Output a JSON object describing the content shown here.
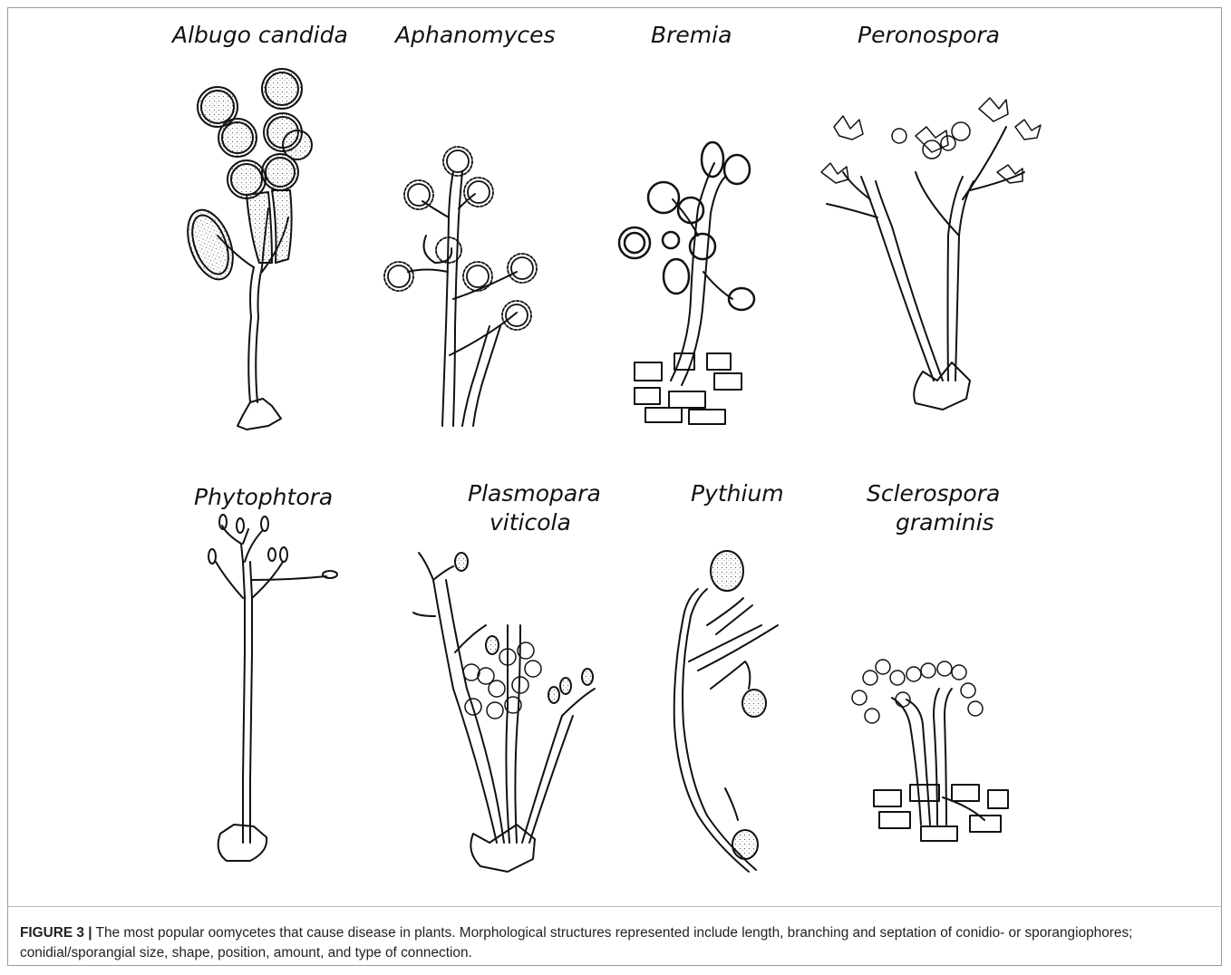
{
  "panels": [
    {
      "label": "Albugo candida"
    },
    {
      "label": "Aphanomyces"
    },
    {
      "label": "Bremia"
    },
    {
      "label": "Peronospora"
    },
    {
      "label": "Phytophtora"
    },
    {
      "label": "Plasmopara viticola",
      "line1": "Plasmopara",
      "line2": "viticola"
    },
    {
      "label": "Pythium"
    },
    {
      "label": "Sclerospora graminis",
      "line1": "Sclerospora",
      "line2": "graminis"
    }
  ],
  "caption": {
    "figure_label": "FIGURE 3 |",
    "text": " The most popular oomycetes that cause disease in plants. Morphological structures represented include length, branching and septation of conidio- or sporangiophores; conidial/sporangial size, shape, position, amount, and type of connection."
  }
}
